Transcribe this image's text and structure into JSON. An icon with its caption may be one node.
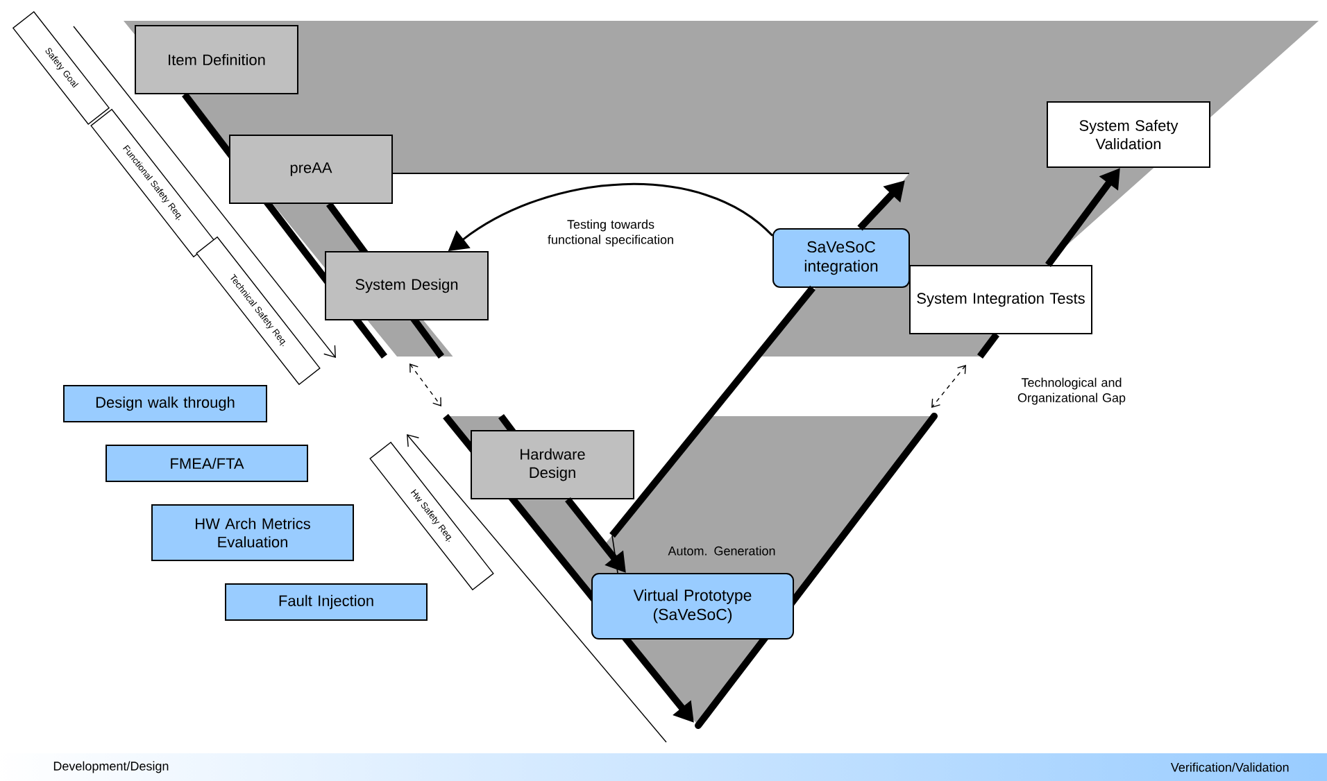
{
  "diagram": {
    "nodes": [
      {
        "text": [
          "Item Definition"
        ]
      },
      {
        "text": [
          "preAA"
        ]
      },
      {
        "text": [
          "System Design"
        ]
      },
      {
        "text": [
          "Hardware Design"
        ]
      },
      {
        "text": [
          "Virtual Prototype (SaVeSoC)"
        ]
      },
      {
        "text": [
          "SaVeSoC integration"
        ]
      },
      {
        "text": [
          "System Integration Tests"
        ]
      },
      {
        "text": [
          "System Safety Validation"
        ]
      },
      {
        "text": [
          "Design walk through"
        ]
      },
      {
        "text": [
          "FMEA/FTA"
        ]
      },
      {
        "text": [
          "HW Arch Metrics Evaluation"
        ]
      },
      {
        "text": [
          "Fault Injection"
        ]
      },
      {
        "text": [
          "Safety Goal"
        ]
      },
      {
        "text": [
          "Functional Safety Req."
        ]
      },
      {
        "text": [
          "Technical Safety Req."
        ]
      },
      {
        "text": [
          "Hw Safety Req."
        ]
      }
    ],
    "edges": [
      {
        "from": 3,
        "to": 4,
        "arrow": "to"
      },
      {
        "from": 4,
        "to": 5,
        "arrow": "none"
      },
      {
        "from": 5,
        "to": 2,
        "arrow": "to",
        "label": "Testing towards functional specification"
      },
      {
        "from": 6,
        "to": 7,
        "arrow": "to"
      },
      {
        "from": 5,
        "to": null,
        "arrow": "to"
      }
    ],
    "labels": [
      "Autom. Generation",
      "Technological and Organizational Gap",
      "Development/Design",
      "Verification/Validation"
    ]
  }
}
